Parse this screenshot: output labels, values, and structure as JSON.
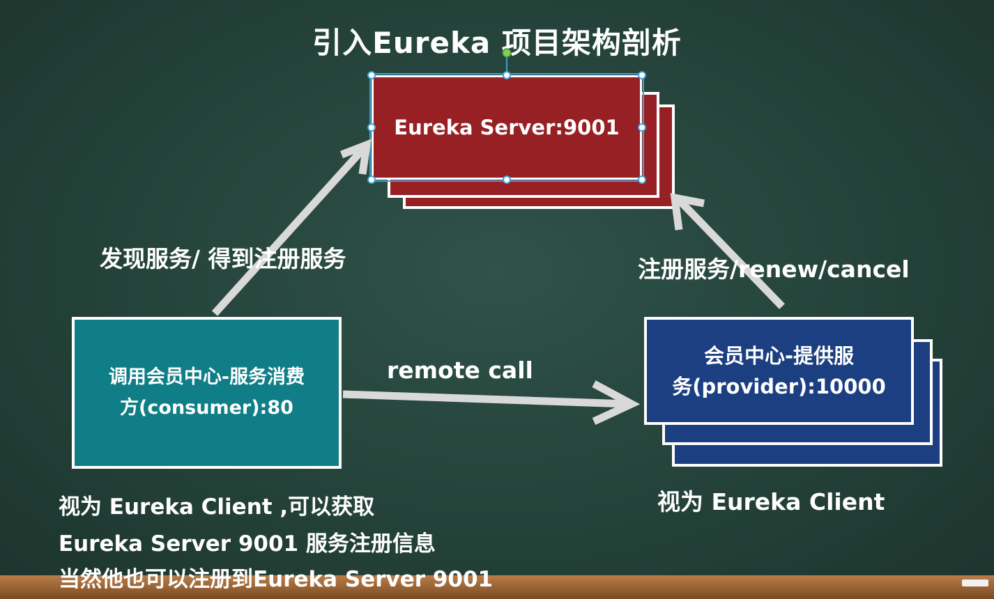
{
  "title": "引入Eureka 项目架构剖析",
  "server": {
    "label": "Eureka Server:9001"
  },
  "consumer": {
    "line1": "调用会员中心-服务消费",
    "line2": "方(consumer):80"
  },
  "provider": {
    "line1": "会员中心-提供服",
    "line2": "务(provider):10000"
  },
  "edges": {
    "discover": "发现服务/ 得到注册服务",
    "register": "注册服务/renew/cancel",
    "remote": "remote call"
  },
  "notes": {
    "consumer": [
      "视为 Eureka Client ,可以获取",
      "Eureka Server 9001 服务注册信息",
      "当然他也可以注册到Eureka Server 9001"
    ],
    "provider": "视为 Eureka Client"
  },
  "colors": {
    "board": "#244239",
    "server": "#962023",
    "consumer": "#0f7e86",
    "provider": "#1b3f80",
    "arrow": "#d9d9d9",
    "selection": "#3fa2d9"
  }
}
